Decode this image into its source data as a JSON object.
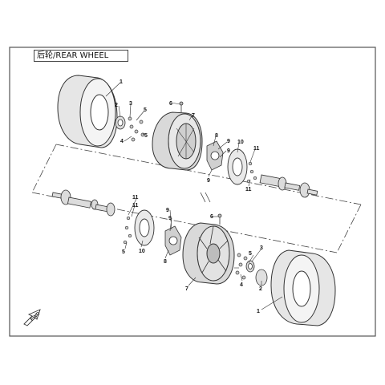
{
  "title": "后轮/REAR WHEEL",
  "direction_label": "FWD",
  "colors": {
    "line": "#333333",
    "tire": "#e6e6e6",
    "rim": "#d9d9d9",
    "frame": "#555555"
  },
  "callouts": [
    "1",
    "2",
    "3",
    "4",
    "5",
    "6",
    "7",
    "8",
    "9",
    "10",
    "11",
    "1",
    "2",
    "3",
    "4",
    "5",
    "6",
    "7",
    "8",
    "9",
    "10",
    "11"
  ]
}
